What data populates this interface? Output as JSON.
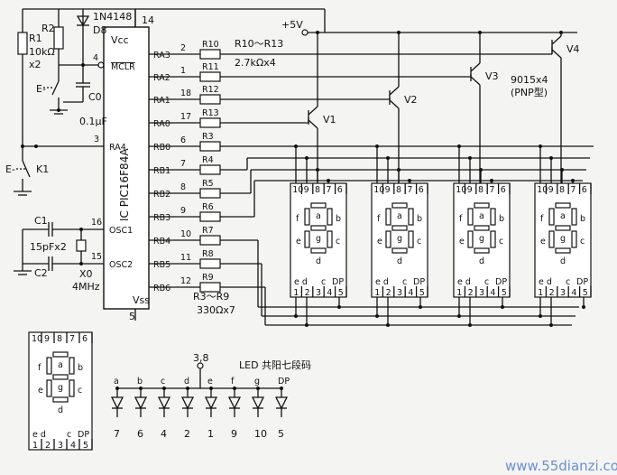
{
  "ic": {
    "ref": "IC PIC16F84A",
    "vcc": "Vcc",
    "vss": "Vss",
    "vcc_pin": "14",
    "vss_pin": "5"
  },
  "ic_pins_right": [
    {
      "num": "2",
      "name": "RA3"
    },
    {
      "num": "1",
      "name": "RA2"
    },
    {
      "num": "18",
      "name": "RA1"
    },
    {
      "num": "17",
      "name": "RA0"
    },
    {
      "num": "6",
      "name": "RB0"
    },
    {
      "num": "7",
      "name": "RB1"
    },
    {
      "num": "8",
      "name": "RB2"
    },
    {
      "num": "9",
      "name": "RB3"
    },
    {
      "num": "10",
      "name": "RB4"
    },
    {
      "num": "11",
      "name": "RB5"
    },
    {
      "num": "12",
      "name": "RB6"
    }
  ],
  "ic_pins_left": [
    {
      "num": "4",
      "name": "MCLR"
    },
    {
      "num": "3",
      "name": "RA4"
    },
    {
      "num": "16",
      "name": "OSC1"
    },
    {
      "num": "15",
      "name": "OSC2"
    }
  ],
  "resistors": [
    "R10",
    "R11",
    "R12",
    "R13",
    "R3",
    "R4",
    "R5",
    "R6",
    "R7",
    "R8",
    "R9"
  ],
  "labels": {
    "r1": "R1",
    "r1_val": "10kΩ",
    "x2": "x2",
    "r2": "R2",
    "d8": "1N4148",
    "d8_ref": "D8",
    "c0": "C0",
    "c0_val": "0.1μF",
    "e_top": "E-",
    "e_k1": "E-",
    "k1": "K1",
    "c1": "C1",
    "c2": "C2",
    "cap_val": "15pFx2",
    "x0": "X0",
    "x0_val": "4MHz",
    "plus5v": "+5V",
    "r_top_group": "R10～R13",
    "r_top_val": "2.7kΩx4",
    "r_bot_group": "R3～R9",
    "r_bot_val": "330Ωx7",
    "trans_type": "9015x4",
    "trans_pnp": "(PNP型)",
    "v1": "V1",
    "v2": "V2",
    "v3": "V3",
    "v4": "V4",
    "led_title": "LED 共阳七段码",
    "common_pins": "3,8"
  },
  "display_pins_top": [
    "10",
    "9",
    "8",
    "7",
    "6"
  ],
  "display_pins_bottom": [
    "1",
    "2",
    "3",
    "4",
    "5"
  ],
  "display_segments": {
    "a": "a",
    "b": "b",
    "c": "c",
    "d": "d",
    "e": "e",
    "f": "f",
    "g": "g",
    "dp": "DP"
  },
  "led_map": [
    {
      "seg": "a",
      "pin": "7"
    },
    {
      "seg": "b",
      "pin": "6"
    },
    {
      "seg": "c",
      "pin": "4"
    },
    {
      "seg": "d",
      "pin": "2"
    },
    {
      "seg": "e",
      "pin": "1"
    },
    {
      "seg": "f",
      "pin": "9"
    },
    {
      "seg": "g",
      "pin": "10"
    },
    {
      "seg": "DP",
      "pin": "5"
    }
  ],
  "watermark": "www.55dianzi.com"
}
